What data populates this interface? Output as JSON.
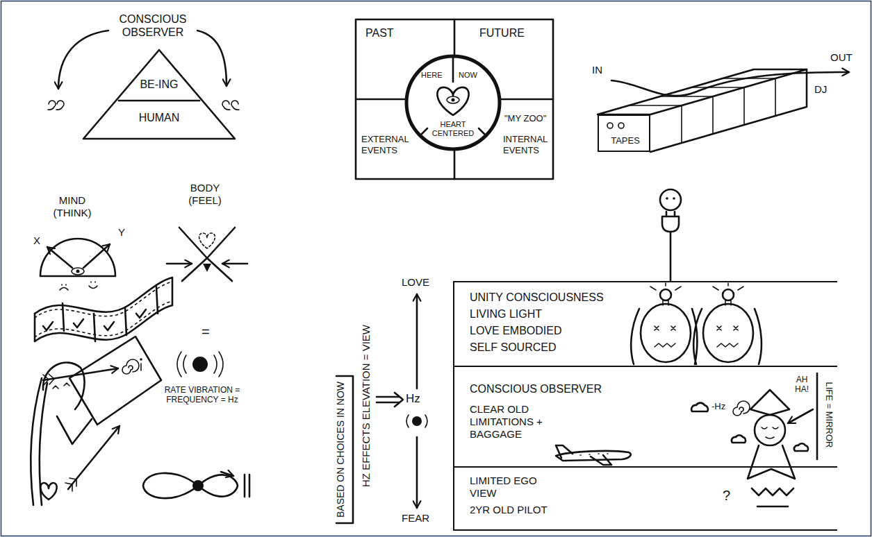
{
  "diagram": {
    "nodes": [
      {
        "text": [
          "BE-ING",
          "HUMAN"
        ]
      },
      {
        "text": [
          "PAST"
        ]
      },
      {
        "text": [
          "FUTURE"
        ]
      },
      {
        "text": [
          "EXTERNAL EVENTS"
        ]
      },
      {
        "text": [
          "\"MY ZOO\"",
          "INTERNAL EVENTS"
        ]
      },
      {
        "text": [
          "HERE",
          "NOW",
          "HEART CENTERED"
        ]
      },
      {
        "text": [
          "TAPES"
        ]
      },
      {
        "text": [
          "UNITY CONSCIOUSNESS",
          "LIVING LIGHT",
          "LOVE EMBODIED",
          "SELF SOURCED"
        ]
      },
      {
        "text": [
          "CONSCIOUS OBSERVER",
          "CLEAR OLD LIMITATIONS + BAGGAGE"
        ]
      },
      {
        "text": [
          "LIMITED EGO VIEW",
          "2YR OLD PILOT"
        ]
      }
    ],
    "labels": [
      "CONSCIOUS OBSERVER",
      "MIND (THINK)",
      "BODY (FEEL)",
      "X",
      "Y",
      "=",
      "RATE VIBRATION = FREQUENCY = Hz",
      "IN",
      "OUT",
      "DJ",
      "BASED ON CHOICES IN NOW",
      "HZ EFFECTS ELEVATION = VIEW",
      "LOVE",
      "Hz",
      "FEAR",
      "-Hz",
      "AH HA!",
      "LIFE = MIRROR",
      "?"
    ]
  }
}
